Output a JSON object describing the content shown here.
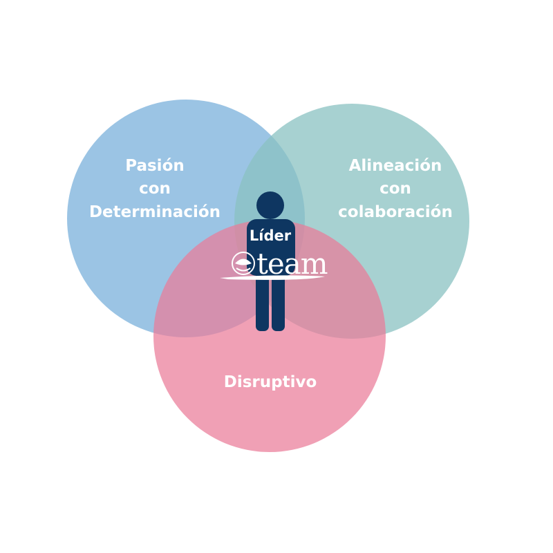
{
  "colors": {
    "circle_left": "#7fb3dc",
    "circle_right": "#89c2c1",
    "circle_bottom": "#ea7c98",
    "person": "#0e3661",
    "text": "#ffffff"
  },
  "circles": {
    "left": {
      "line1": "Pasión",
      "line2": "con",
      "line3": "Determinación"
    },
    "right": {
      "line1": "Alineación",
      "line2": "con",
      "line3": "colaboración"
    },
    "bottom": {
      "line1": "Disruptivo"
    }
  },
  "center": {
    "figure_icon": "person-icon",
    "label": "Líder"
  },
  "logo": {
    "text": "team",
    "icon": "circle-emblem-icon"
  }
}
